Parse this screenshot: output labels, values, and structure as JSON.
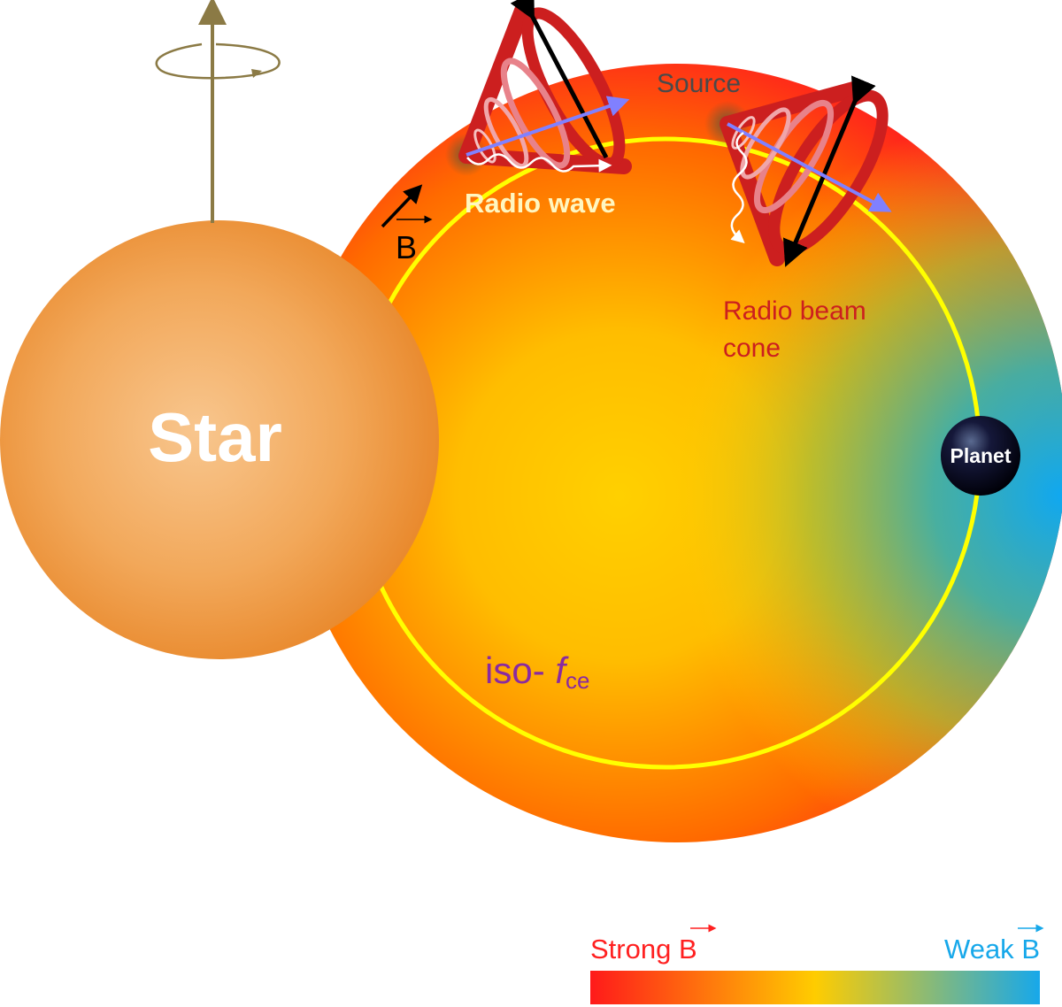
{
  "labels": {
    "star": "Star",
    "planet": "Planet",
    "source": "Source",
    "radio_wave": "Radio wave",
    "b_field": "B",
    "radio_beam_cone_line1": "Radio beam",
    "radio_beam_cone_line2": "cone",
    "iso_prefix": "iso- ",
    "iso_f": "f",
    "iso_subscript": "ce"
  },
  "colorbar": {
    "strong_label": "Strong",
    "weak_label": "Weak",
    "b_symbol": "B",
    "strong_color": "#ff1a1a",
    "mid_color": "#ffcc00",
    "weak_color": "#17a8ea"
  },
  "colors": {
    "star": "#f0a050",
    "field_line": "#ffff00",
    "cone": "#cc1f1f",
    "rotation_axis": "#8b7a45",
    "b_vector": "#000000",
    "propagation_arrow": "#8080ff",
    "iso_text": "#8a2aa0",
    "planet": "#0b0b2a"
  }
}
